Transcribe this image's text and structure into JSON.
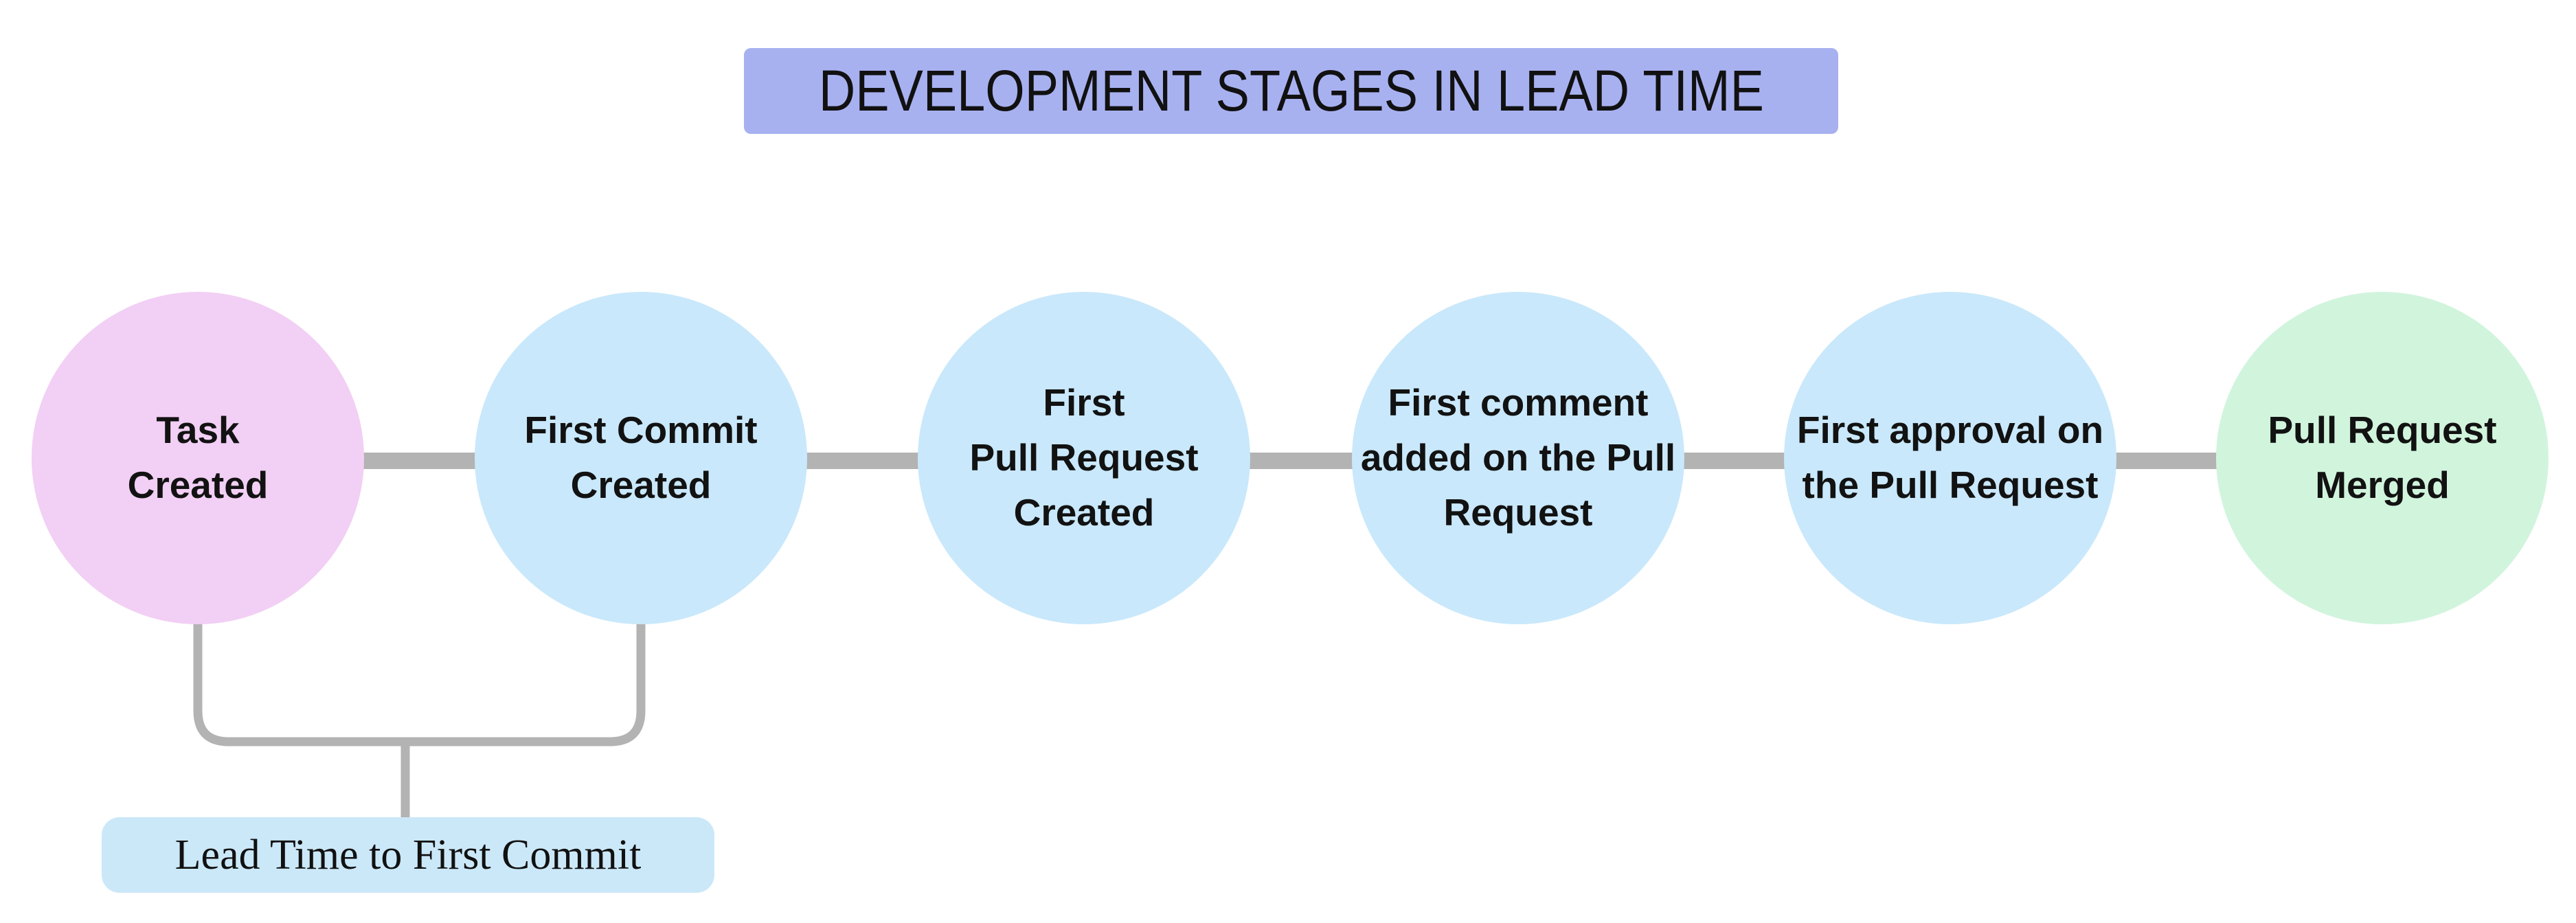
{
  "title": {
    "text": "DEVELOPMENT STAGES IN LEAD TIME",
    "bg_color": "#a8b1f0"
  },
  "stages": [
    {
      "label": "Task\nCreated",
      "color": "#f2cff4"
    },
    {
      "label": "First Commit\nCreated",
      "color": "#c9e8fb"
    },
    {
      "label": "First\nPull Request\nCreated",
      "color": "#c9e8fb"
    },
    {
      "label": "First comment\nadded on the Pull\nRequest",
      "color": "#c9e8fb"
    },
    {
      "label": "First approval on\nthe Pull Request",
      "color": "#c9e8fb"
    },
    {
      "label": "Pull Request\nMerged",
      "color": "#d1f4dd"
    }
  ],
  "annotation": {
    "label": "Lead Time to First Commit",
    "bg_color": "#cbe8f8",
    "from_stage": "Task Created",
    "to_stage": "First Commit Created"
  },
  "connector_color": "#b3b3b3",
  "text_color": "#121212",
  "background_color": "#ffffff"
}
